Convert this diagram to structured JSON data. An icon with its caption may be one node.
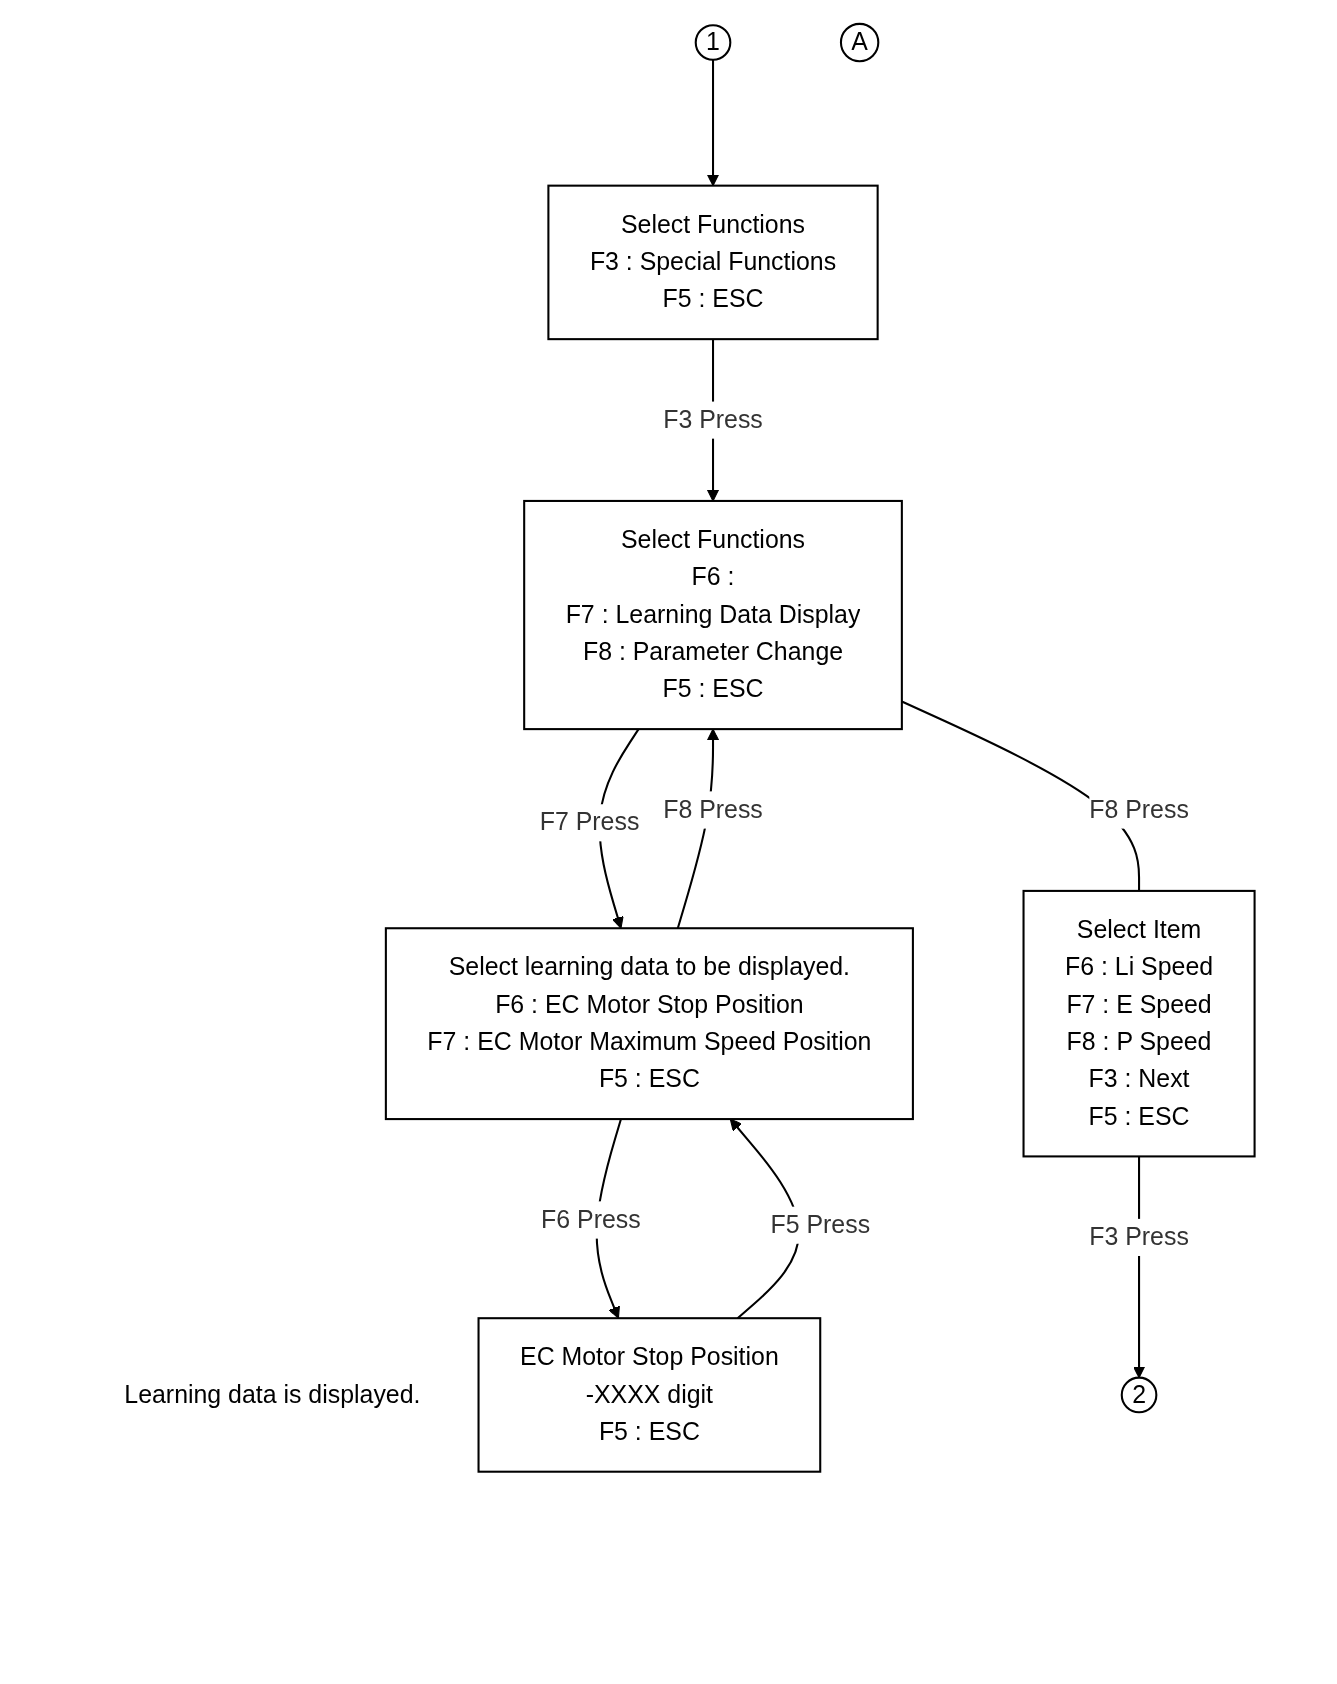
{
  "diagram": {
    "nodes": [
      {
        "text": [
          "1"
        ]
      },
      {
        "text": [
          "Select Functions",
          "F3 : Special Functions",
          "F5 : ESC"
        ]
      },
      {
        "text": [
          "A"
        ]
      },
      {
        "text": [
          "Select Functions",
          "F6 :",
          "F7 : Learning Data Display",
          "F8 : Parameter Change",
          "F5 : ESC"
        ]
      },
      {
        "text": [
          "Select learning data to be displayed.",
          "F6 : EC Motor Stop Position",
          "F7 : EC Motor Maximum Speed Position",
          "F5 : ESC"
        ]
      },
      {
        "text": [
          "Select Item",
          "F6 : Li Speed",
          "F7 : E Speed",
          "F8 : P Speed",
          "F3 : Next",
          "F5 : ESC"
        ]
      },
      {
        "text": [
          "EC Motor Stop Position",
          "-XXXX digit",
          "F5 : ESC"
        ],
        "beside": [
          "Learning data is displayed."
        ]
      },
      {
        "text": [
          "2"
        ]
      }
    ],
    "edges": [
      {
        "from": 0,
        "to": 1,
        "arrow": "to"
      },
      {
        "from": 1,
        "to": 3,
        "arrow": "to",
        "label": "F3 Press"
      },
      {
        "from": 3,
        "to": 4,
        "arrow": "to",
        "label": "F7 Press"
      },
      {
        "from": 4,
        "to": 3,
        "arrow": "to",
        "label": "F8 Press"
      },
      {
        "from": 3,
        "to": 5,
        "arrow": "none",
        "label": "F8 Press"
      },
      {
        "from": 4,
        "to": 6,
        "arrow": "to",
        "label": "F6 Press"
      },
      {
        "from": 6,
        "to": 4,
        "arrow": "to",
        "label": "F5 Press"
      },
      {
        "from": 5,
        "to": 7,
        "arrow": "to",
        "label": "F3 Press"
      }
    ]
  }
}
